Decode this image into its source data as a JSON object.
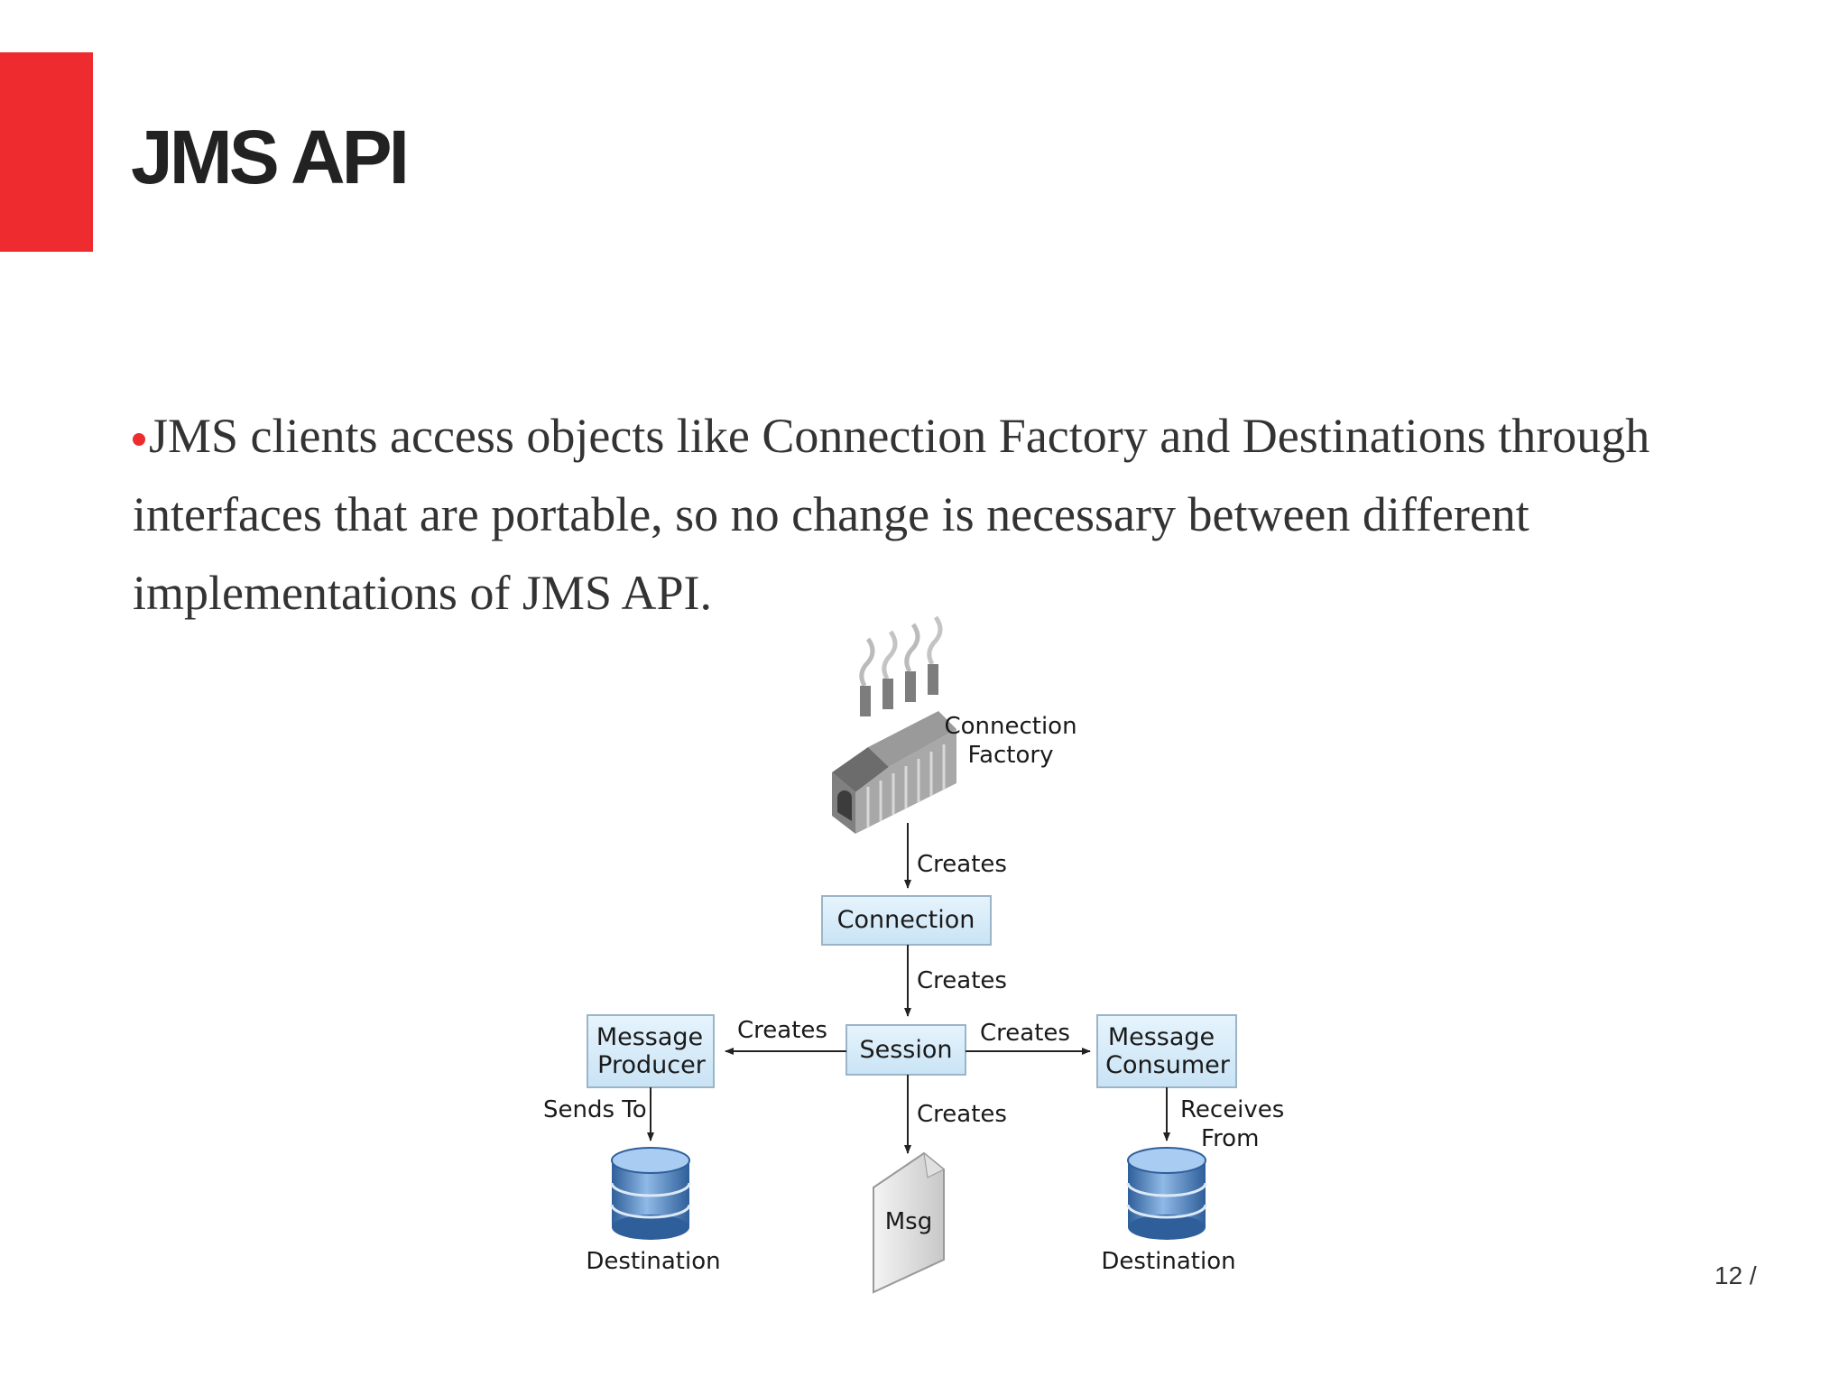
{
  "slide": {
    "title": "JMS API",
    "body": "JMS clients access objects like Connection Factory and Destinations through interfaces that are portable, so no change is necessary between different implementations of JMS API.",
    "page_number": "12 /"
  },
  "colors": {
    "accent": "#ee2b2e",
    "box_fill": "#d6ecf9",
    "box_stroke": "#9bb4c8",
    "database_blue": "#4f86c6"
  },
  "diagram": {
    "nodes": {
      "connection_factory": {
        "line1": "Connection",
        "line2": "Factory",
        "icon": "factory-icon"
      },
      "connection": {
        "label": "Connection"
      },
      "session": {
        "label": "Session"
      },
      "producer": {
        "line1": "Message",
        "line2": "Producer"
      },
      "consumer": {
        "line1": "Message",
        "line2": "Consumer"
      },
      "dest_left": {
        "label": "Destination",
        "icon": "database-icon"
      },
      "msg": {
        "label": "Msg",
        "icon": "document-icon"
      },
      "dest_right": {
        "label": "Destination",
        "icon": "database-icon"
      }
    },
    "edges": {
      "factory_connection": "Creates",
      "connection_session": "Creates",
      "session_producer": "Creates",
      "session_consumer": "Creates",
      "session_msg": "Creates",
      "producer_destination": "Sends To",
      "consumer_destination_line1": "Receives",
      "consumer_destination_line2": "From"
    }
  }
}
